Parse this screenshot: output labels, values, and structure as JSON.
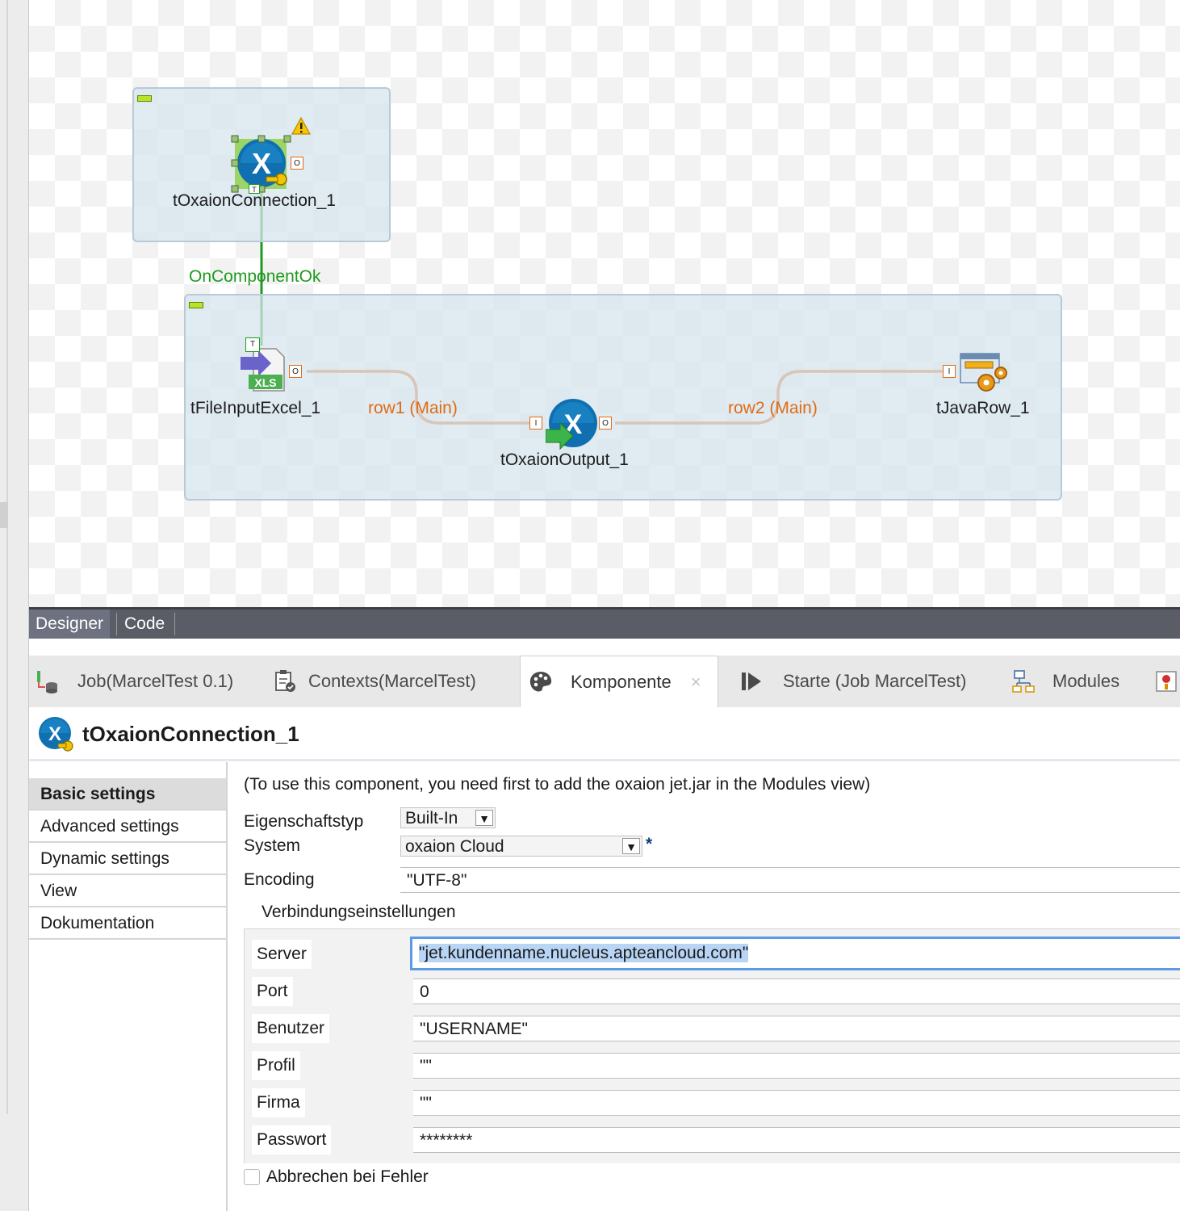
{
  "canvas": {
    "components": {
      "connection": "tOxaionConnection_1",
      "excel_input": "tFileInputExcel_1",
      "output": "tOxaionOutput_1",
      "java_row": "tJavaRow_1"
    },
    "links": {
      "trigger": "OnComponentOk",
      "row1": "row1 (Main)",
      "row2": "row2 (Main)"
    },
    "connector_labels": {
      "out": "O",
      "in": "I",
      "trigger": "T"
    },
    "icon_text": {
      "xls": "XLS",
      "x": "X"
    }
  },
  "editor_tabs": {
    "designer": "Designer",
    "code": "Code"
  },
  "views": {
    "tabs": [
      {
        "label": "Job(MarcelTest 0.1)",
        "icon": "job-icon"
      },
      {
        "label": "Contexts(MarcelTest)",
        "icon": "contexts-icon"
      },
      {
        "label": "Komponente",
        "icon": "palette-icon",
        "close": "×"
      },
      {
        "label": "Starte (Job MarcelTest)",
        "icon": "run-icon"
      },
      {
        "label": "Modules",
        "icon": "modules-icon"
      }
    ]
  },
  "component": {
    "title": "tOxaionConnection_1",
    "menu": [
      "Basic settings",
      "Advanced settings",
      "Dynamic settings",
      "View",
      "Dokumentation"
    ],
    "info": "(To use this component, you need first to add the oxaion jet.jar in the Modules view)",
    "property_type": {
      "label": "Eigenschaftstyp",
      "value": "Built-In"
    },
    "system": {
      "label": "System",
      "value": "oxaion Cloud",
      "required": "*"
    },
    "encoding": {
      "label": "Encoding",
      "value": "\"UTF-8\""
    },
    "connection_group": {
      "title": "Verbindungseinstellungen",
      "server": {
        "label": "Server",
        "value": "\"jet.kundenname.nucleus.apteancloud.com\""
      },
      "port": {
        "label": "Port",
        "value": "0"
      },
      "user": {
        "label": "Benutzer",
        "value": "\"USERNAME\""
      },
      "profile": {
        "label": "Profil",
        "value": "\"\""
      },
      "company": {
        "label": "Firma",
        "value": "\"\""
      },
      "password": {
        "label": "Passwort",
        "value": "********"
      }
    },
    "abort_on_error": {
      "label": "Abbrechen bei Fehler",
      "checked": false
    }
  },
  "colors": {
    "row_link": "#e06a14",
    "trigger_link": "#1f9a1f",
    "accent_blue": "#0f6fb0",
    "selection": "#b8d5f5"
  }
}
